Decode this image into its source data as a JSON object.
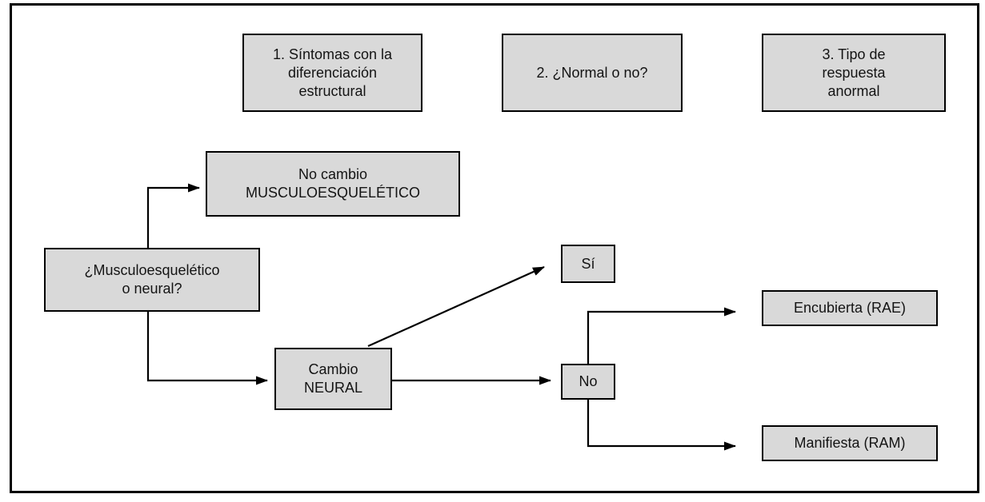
{
  "diagram": {
    "columns": [
      {
        "label": "1. Síntomas con la\ndiferenciación\nestructural"
      },
      {
        "label": "2. ¿Normal o no?"
      },
      {
        "label": "3. Tipo de\nrespuesta\nanormal"
      }
    ],
    "nodes": {
      "root": {
        "label": "¿Musculoesquelético\no neural?"
      },
      "musculoskeletal": {
        "label": "No cambio\nMUSCULOESQUELÉTICO"
      },
      "neural": {
        "label": "Cambio\nNEURAL"
      },
      "yes": {
        "label": "Sí"
      },
      "no": {
        "label": "No"
      },
      "covert": {
        "label": "Encubierta (RAE)"
      },
      "overt": {
        "label": "Manifiesta (RAM)"
      }
    }
  },
  "colors": {
    "box_fill": "#d9d9d9",
    "box_border": "#000000",
    "line": "#000000",
    "background": "#ffffff"
  }
}
